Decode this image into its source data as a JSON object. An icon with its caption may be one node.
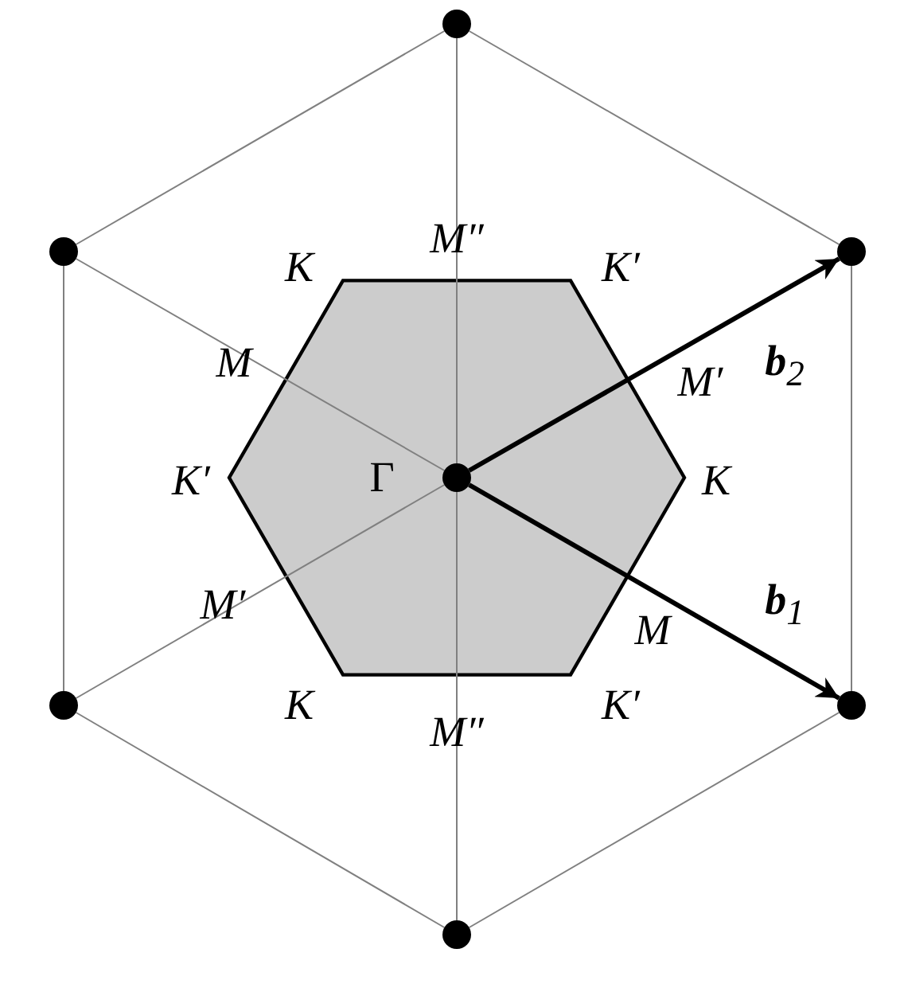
{
  "diagram": {
    "nodes": [
      {
        "text": [],
        "shape": "circle"
      },
      {
        "text": [],
        "shape": "circle"
      },
      {
        "text": [],
        "shape": "circle"
      },
      {
        "text": [],
        "shape": "circle",
        "beside": [
          "Γ"
        ]
      },
      {
        "text": [],
        "shape": "circle"
      },
      {
        "text": [],
        "shape": "circle"
      },
      {
        "text": [],
        "shape": "circle"
      }
    ],
    "edges": [
      {
        "from": 0,
        "to": 2,
        "arrow": "none"
      },
      {
        "from": 2,
        "to": 5,
        "arrow": "none"
      },
      {
        "from": 5,
        "to": 6,
        "arrow": "none"
      },
      {
        "from": 6,
        "to": 4,
        "arrow": "none"
      },
      {
        "from": 4,
        "to": 1,
        "arrow": "none"
      },
      {
        "from": 1,
        "to": 0,
        "arrow": "none"
      },
      {
        "from": 3,
        "to": 0,
        "arrow": "none"
      },
      {
        "from": 3,
        "to": 1,
        "arrow": "none"
      },
      {
        "from": 3,
        "to": 4,
        "arrow": "none"
      },
      {
        "from": 3,
        "to": 6,
        "arrow": "none"
      },
      {
        "from": 3,
        "to": 2,
        "arrow": "to",
        "label": "**b**$_{2}$",
        "style": "thick",
        "color": "#000000"
      },
      {
        "from": 3,
        "to": 5,
        "arrow": "to",
        "label": "**b**$_{1}$",
        "style": "thick",
        "color": "#000000"
      }
    ],
    "labels": [
      "M″",
      "K",
      "K′",
      "M",
      "M′",
      "K′",
      "K",
      "M′",
      "M",
      "K",
      "K′",
      "M″"
    ]
  }
}
